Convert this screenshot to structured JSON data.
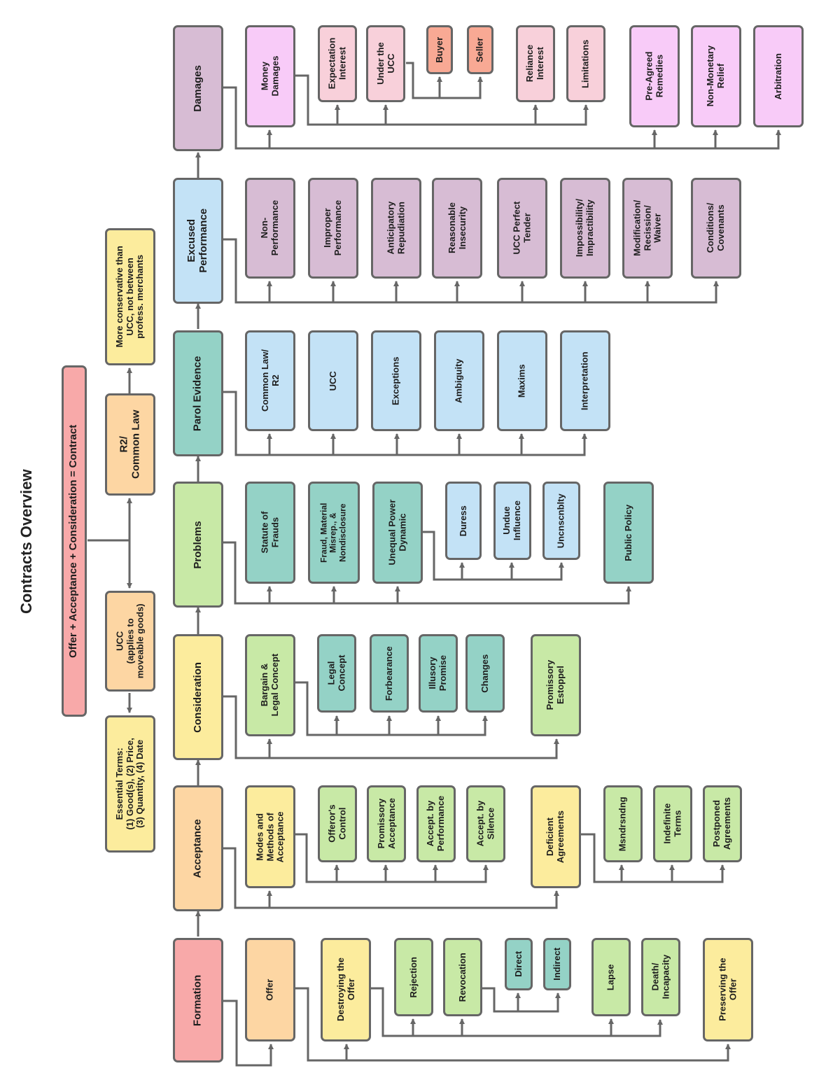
{
  "title": "Contracts Overview",
  "equation": "Offer + Acceptance + Consideration = Contract",
  "ucc": "UCC\n(applies to\nmoveable goods)",
  "essential_terms": "Essential Terms:\n(1) Good(s), (2) Price,\n(3) Quantity, (4) Date",
  "r2": "R2/\nCommon Law",
  "r2_note": "More conservative than\nUCC, not between\nprofess. merchants",
  "sections": {
    "formation": "Formation",
    "acceptance": "Acceptance",
    "consideration": "Consideration",
    "problems": "Problems",
    "parol": "Parol Evidence",
    "excused": "Excused\nPerformance",
    "damages": "Damages"
  },
  "formation": {
    "offer": "Offer",
    "destroying": "Destroying the\nOffer",
    "rejection": "Rejection",
    "revocation": "Revocation",
    "direct": "Direct",
    "indirect": "Indirect",
    "lapse": "Lapse",
    "death": "Death/\nIncapacity",
    "preserving": "Preserving the\nOffer"
  },
  "acceptance": {
    "modes": "Modes and\nMethods of\nAcceptance",
    "offerors_control": "Offeror's\nControl",
    "promissory": "Promissory\nAcceptance",
    "by_performance": "Accept. by\nPerformance",
    "by_silence": "Accept. by\nSilence",
    "deficient": "Deficient\nAgreements",
    "misunderstanding": "Msndrsndng",
    "indefinite": "Indefinite\nTerms",
    "postponed": "Postponed\nAgreements"
  },
  "consideration": {
    "bargain": "Bargain &\nLegal Concept",
    "legal_concept": "Legal\nConcept",
    "forbearance": "Forbearance",
    "illusory": "Illusory\nPromise",
    "changes": "Changes",
    "estoppel": "Promissory\nEstoppel"
  },
  "problems": {
    "statute": "Statute of\nFrauds",
    "fraud": "Fraud, Material\nMisrep., &\nNondisclosure",
    "unequal": "Unequal Power\nDynamic",
    "duress": "Duress",
    "undue": "Undue\nInfluence",
    "unconscionability": "Uncnscnblty",
    "public_policy": "Public Policy"
  },
  "parol": {
    "common_law": "Common Law/\nR2",
    "ucc": "UCC",
    "exceptions": "Exceptions",
    "ambiguity": "Ambiguity",
    "maxims": "Maxims",
    "interpretation": "Interpretation"
  },
  "excused": {
    "non_performance": "Non-\nPerformance",
    "improper": "Improper\nPerformance",
    "anticipatory": "Anticipatory\nRepudiation",
    "insecurity": "Reasonable\nInsecurity",
    "perfect_tender": "UCC Perfect\nTender",
    "impossibility": "Impossibility/\nImpractibility",
    "modification": "Modification/\nRecission/\nWaiver",
    "conditions": "Conditions/\nCovenants"
  },
  "damages": {
    "money": "Money\nDamages",
    "expectation": "Expectation\nInterest",
    "under_ucc": "Under the\nUCC",
    "buyer": "Buyer",
    "seller": "Seller",
    "reliance": "Reliance\nInterest",
    "limitations": "Limitations",
    "pre_agreed": "Pre-Agreed\nRemedies",
    "non_monetary": "Non-Monetary\nRelief",
    "arbitration": "Arbitration"
  }
}
